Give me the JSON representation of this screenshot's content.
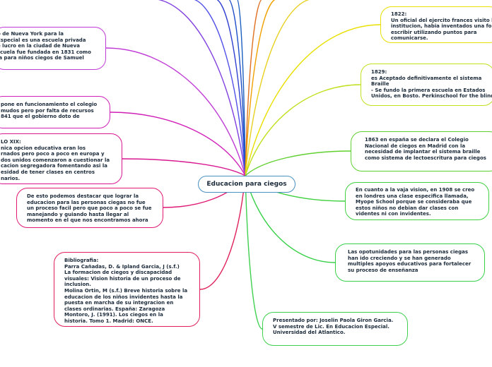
{
  "center": {
    "label": "Educacion para ciegos"
  },
  "nodes": [
    {
      "id": "nueva-york",
      "color": "#c03cd6",
      "text": "o de Nueva York para la\nEspecial es una escuela privada\ne lucro en la ciudad de Nueva\nscuela fue fundada en 1831 como\nla para niños ciegos de Samuel"
    },
    {
      "id": "colegio",
      "color": "#d020b8",
      "text": "pone en funcionamiento el colegio\nmudos pero por falta de recursos\n841 que el gobierno doto de"
    },
    {
      "id": "siglo-xix",
      "color": "#d81890",
      "text": "LO XIX:\nnica opcion educativa eran los\nrnados pero poco a poco en europa y\ndos unidos comenzaron a cuestionar la\ncacion segregadora fomentando asi la\nesidad de tener clases en centros\nnarios."
    },
    {
      "id": "destacar",
      "color": "#e01a74",
      "text": "De esto podemos destacar que lograr la\neducacion para las personas ciegas no fue\nun proceso facil pero que poco a poco se fue\nmanejando y guiando hasta llegar al\nmomento en el que nos encontramos ahora"
    },
    {
      "id": "bibliografia",
      "color": "#e0205a",
      "text": "Bibliografia:\nParra Cañadas, D. & Ipland Garcia, J (s.f.)\nLa formacion de ciegos y discapacidad\nvisuales: Vision historia de un proceso de\ninclusion.\nMolina Ortin, M (s.f.) Breve historia sobre la\neducacion de los niños invidentes hasta la\npuesta en marcha de su integracion en\nclases ordinarias. España: Zaragoza\nMontoro, J. (1991). Los ciegos en la\nhistoria. Tomo 1. Madrid: ONCE."
    },
    {
      "id": "1822",
      "color": "#e8e000",
      "text": "1822:\nUn oficial del ejercito frances visito la\ninstitucion, habia inventados una forma\nescribir utilizando puntos para\ncomunicarse."
    },
    {
      "id": "1829",
      "color": "#c0e020",
      "text": "1829:\nes Aceptado definitivamente el sistema\nBraille\n- Se fundo la primera escuela en Estados\nUnidos, en Bosto. Perkinschool for the blind"
    },
    {
      "id": "1863",
      "color": "#60d030",
      "text": "1863 en españa se declara el Colegio\nNacional de ciegos en Madrid con la\nnecesidad de implantar el sistema braille\ncomo sistema de lectoescritura para ciegos"
    },
    {
      "id": "1908",
      "color": "#40d040",
      "text": "En cuanto a la vaja vision, en 1908 se creo\nen londres una clase especifica llamada,\nMyope School porque se consideraba que\nestos niños no debian dar clases con\nvidentes ni con invidentes."
    },
    {
      "id": "oportunidades",
      "color": "#38d048",
      "text": "Las opotunidades para las personas ciegas\nhan ido creciendo y se han generado\nmultiples apoyos educativos para fortalecer\nsu proceso de enseñanza"
    },
    {
      "id": "presentado",
      "color": "#40d050",
      "text": "Presentado por: Joselin Paola Giron Garcia.\nV semestre de Lic. En Educacion Especial.\nUniversidad del Atlantico."
    }
  ]
}
